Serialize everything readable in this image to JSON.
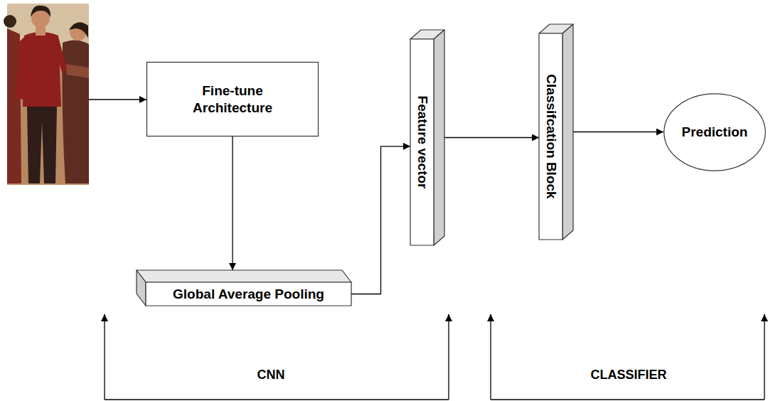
{
  "diagram": {
    "nodes": [
      {
        "text": [
          "Fine-tune Architecture"
        ]
      },
      {
        "text": [
          "Global Average Pooling"
        ]
      },
      {
        "text": [
          "Feature vector"
        ]
      },
      {
        "text": [
          "Classifcation Block"
        ]
      },
      {
        "text": [
          "Prediction"
        ]
      }
    ],
    "edges": [
      {
        "from": 0,
        "to": 1,
        "arrow": "to"
      },
      {
        "from": 1,
        "to": 2,
        "arrow": "to"
      },
      {
        "from": 2,
        "to": 3,
        "arrow": "to"
      },
      {
        "from": 3,
        "to": 4,
        "arrow": "to"
      }
    ],
    "labels": [
      "CNN",
      "CLASSIFIER"
    ]
  }
}
